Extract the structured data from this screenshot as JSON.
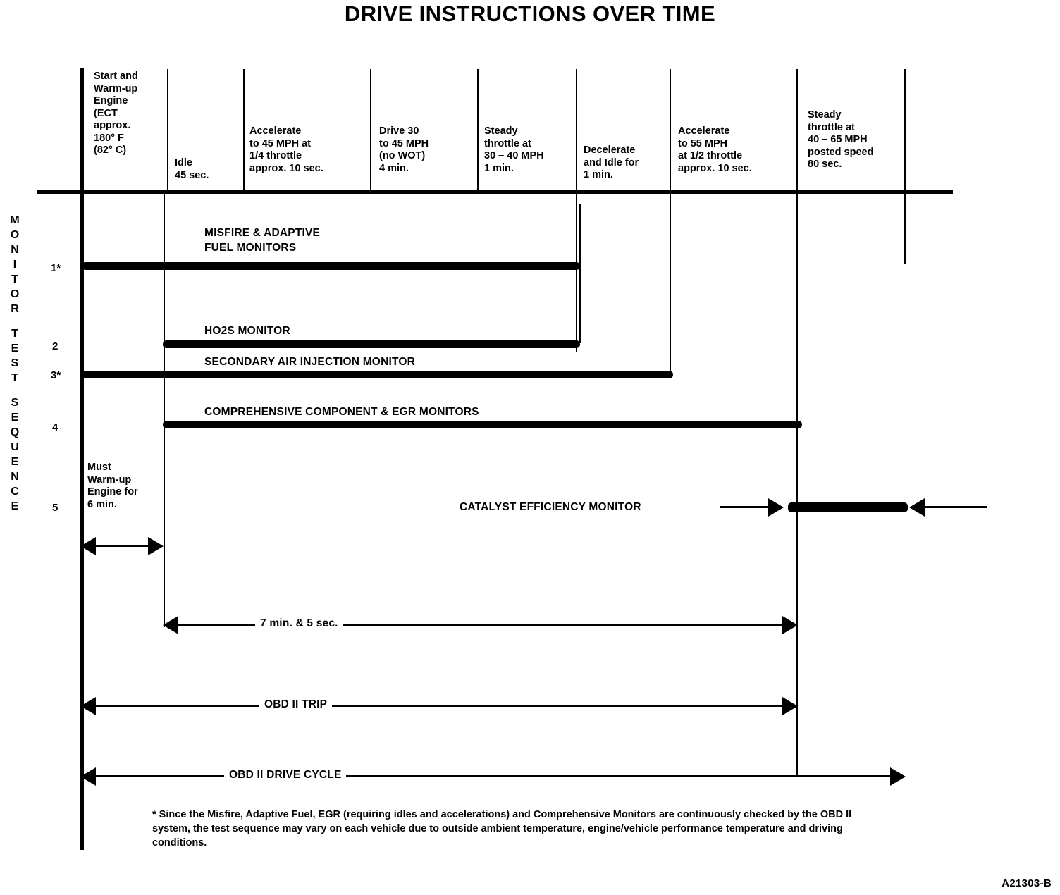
{
  "title": "DRIVE INSTRUCTIONS OVER TIME",
  "axis_label": "MONITOR TEST SEQUENCE",
  "axis_label_chars": [
    "M",
    "O",
    "N",
    "I",
    "T",
    "O",
    "R",
    "T",
    "E",
    "S",
    "T",
    "S",
    "E",
    "Q",
    "U",
    "E",
    "N",
    "C",
    "E"
  ],
  "columns": [
    {
      "id": "start-warmup",
      "text": "Start and\nWarm-up\nEngine\n(ECT\napprox.\n180° F\n(82° C)"
    },
    {
      "id": "idle",
      "text": "Idle\n45 sec."
    },
    {
      "id": "accel-45",
      "text": "Accelerate\nto 45 MPH at\n1/4 throttle\napprox. 10 sec."
    },
    {
      "id": "drive-30-45",
      "text": "Drive 30\nto 45 MPH\n(no WOT)\n4 min."
    },
    {
      "id": "steady-30-40",
      "text": "Steady\nthrottle at\n30 – 40 MPH\n1 min."
    },
    {
      "id": "decel-idle",
      "text": "Decelerate\nand Idle for\n1 min."
    },
    {
      "id": "accel-55",
      "text": "Accelerate\nto 55 MPH\nat 1/2 throttle\napprox. 10 sec."
    },
    {
      "id": "steady-40-65",
      "text": "Steady\nthrottle at\n40 – 65 MPH\nposted speed\n80 sec."
    }
  ],
  "rows": [
    {
      "label": "1*",
      "monitor": "MISFIRE & ADAPTIVE\nFUEL MONITORS"
    },
    {
      "label": "2",
      "monitor": "HO2S MONITOR"
    },
    {
      "label": "3*",
      "monitor": "SECONDARY AIR INJECTION MONITOR"
    },
    {
      "label": "4",
      "monitor": "COMPREHENSIVE COMPONENT & EGR MONITORS"
    },
    {
      "label": "5",
      "monitor": "CATALYST EFFICIENCY MONITOR"
    }
  ],
  "warmup_note": "Must\nWarm-up\nEngine for\n6 min.",
  "span_labels": {
    "seven_min": "7 min. & 5 sec.",
    "obd_trip": "OBD II TRIP",
    "obd_drive_cycle": "OBD II DRIVE CYCLE"
  },
  "footnote": "* Since the Misfire, Adaptive Fuel, EGR (requiring idles and accelerations) and Comprehensive Monitors are continuously checked by the OBD II system, the test sequence may vary on each vehicle due to outside ambient temperature, engine/vehicle performance temperature and driving conditions.",
  "figure_code": "A21303-B",
  "chart_data": {
    "type": "bar",
    "title": "DRIVE INSTRUCTIONS OVER TIME",
    "xlabel": "",
    "ylabel": "MONITOR TEST SEQUENCE",
    "categories": [
      "Start and Warm-up Engine (ECT approx. 180° F (82° C)",
      "Idle 45 sec.",
      "Accelerate to 45 MPH at 1/4 throttle approx. 10 sec.",
      "Drive 30 to 45 MPH (no WOT) 4 min.",
      "Steady throttle at 30 – 40 MPH 1 min.",
      "Decelerate and Idle for 1 min.",
      "Accelerate to 55 MPH at 1/2 throttle approx. 10 sec.",
      "Steady throttle at 40 – 65 MPH posted speed 80 sec."
    ],
    "series": [
      {
        "name": "MISFIRE & ADAPTIVE FUEL MONITORS",
        "sequence": "1*",
        "start_column": 0,
        "end_column": 4
      },
      {
        "name": "HO2S MONITOR",
        "sequence": "2",
        "start_column": 1,
        "end_column": 4
      },
      {
        "name": "SECONDARY AIR INJECTION MONITOR",
        "sequence": "3*",
        "start_column": 0,
        "end_column": 5
      },
      {
        "name": "COMPREHENSIVE COMPONENT & EGR MONITORS",
        "sequence": "4",
        "start_column": 1,
        "end_column": 6
      },
      {
        "name": "CATALYST EFFICIENCY MONITOR",
        "sequence": "5",
        "start_column": 7,
        "end_column": 7
      }
    ],
    "spans": [
      {
        "name": "Must Warm-up Engine for 6 min.",
        "start_column": 0,
        "end_column": 0
      },
      {
        "name": "7 min. & 5 sec.",
        "start_column": 1,
        "end_column": 6
      },
      {
        "name": "OBD II TRIP",
        "start_column": 0,
        "end_column": 6
      },
      {
        "name": "OBD II DRIVE CYCLE",
        "start_column": 0,
        "end_column": 7
      }
    ],
    "grid": true,
    "legend": "none"
  }
}
